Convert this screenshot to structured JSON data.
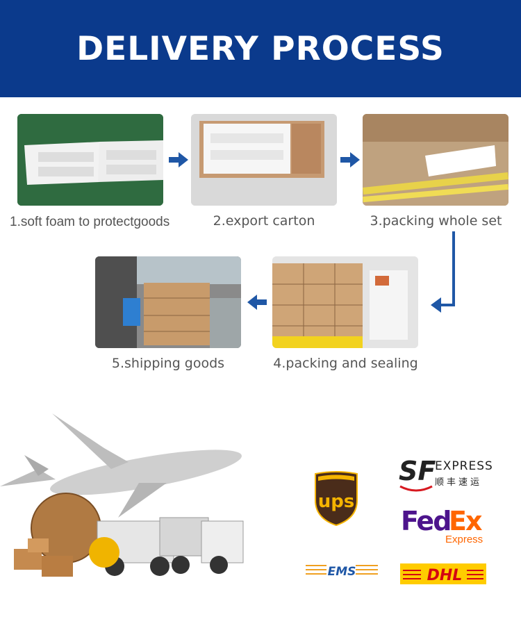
{
  "header": {
    "title": "DELIVERY PROCESS"
  },
  "steps": [
    {
      "label": "1.soft foam to protectgoods"
    },
    {
      "label": "2.export carton"
    },
    {
      "label": "3.packing whole set"
    },
    {
      "label": "4.packing and sealing"
    },
    {
      "label": "5.shipping goods"
    }
  ],
  "carriers": {
    "sf_main": "SF",
    "sf_express": "EXPRESS",
    "sf_cn": "顺丰速运",
    "ups": "ups",
    "fedex_fed": "Fed",
    "fedex_ex": "Ex",
    "fedex_sub": "Express",
    "ems": "EMS",
    "dhl": "DHL"
  },
  "colors": {
    "header_bg": "#0b3a8c",
    "arrow": "#1f57a6",
    "ups_brown": "#4a2c1a",
    "ups_gold": "#f5b400",
    "fedex_purple": "#4d148c",
    "fedex_orange": "#ff6600",
    "dhl_yellow": "#ffcc00",
    "dhl_red": "#d40511",
    "sf_red": "#d71920"
  }
}
